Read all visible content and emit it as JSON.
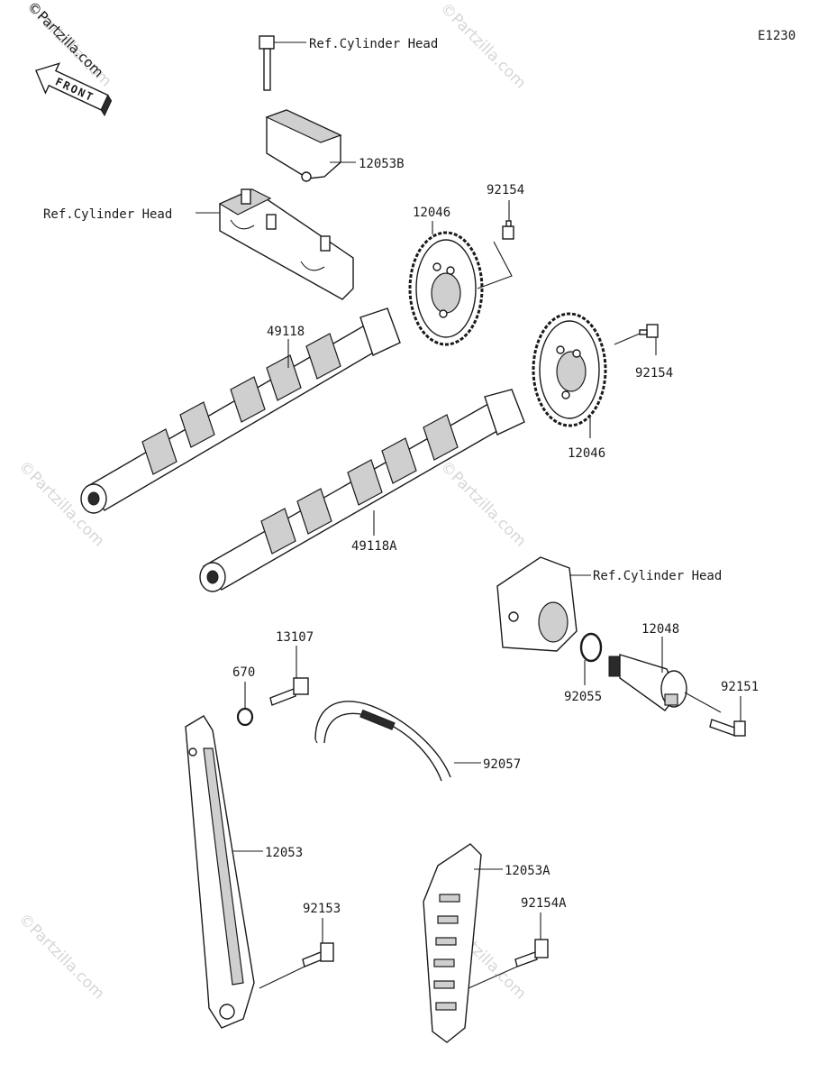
{
  "diagram_id": "E1230",
  "watermark": "©Partzilla.com",
  "front_label": "FRONT",
  "labels": {
    "ref_cyl_head_top": "Ref.Cylinder Head",
    "p12053B": "12053B",
    "ref_cyl_head_left": "Ref.Cylinder Head",
    "p92154_top": "92154",
    "p12046_top": "12046",
    "p49118": "49118",
    "p92154_right": "92154",
    "p12046_right": "12046",
    "p49118A": "49118A",
    "ref_cyl_head_right": "Ref.Cylinder Head",
    "p12048": "12048",
    "p92055": "92055",
    "p92151": "92151",
    "p13107": "13107",
    "p670": "670",
    "p92057": "92057",
    "p12053": "12053",
    "p12053A": "12053A",
    "p92153": "92153",
    "p92154A": "92154A"
  }
}
